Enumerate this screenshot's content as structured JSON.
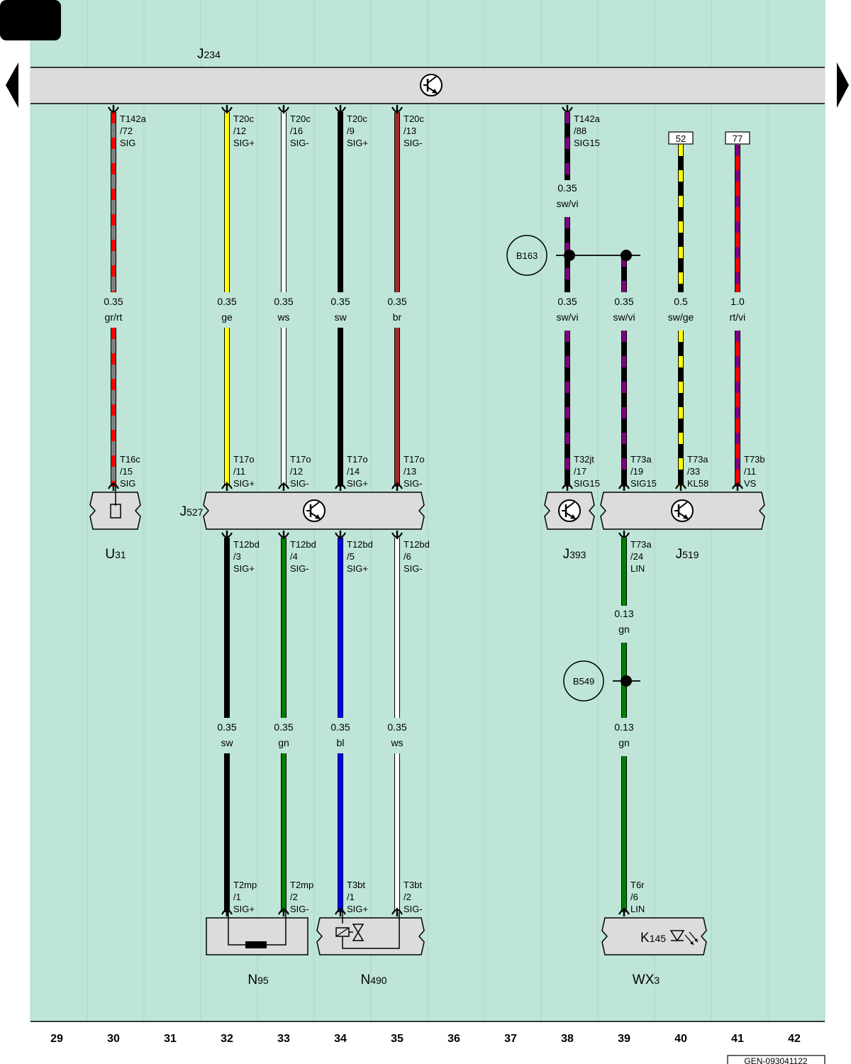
{
  "page_tab": "",
  "bus_label": "J234",
  "footer_code": "GEN-093041122",
  "columns": [
    "29",
    "30",
    "31",
    "32",
    "33",
    "34",
    "35",
    "36",
    "37",
    "38",
    "39",
    "40",
    "41",
    "42"
  ],
  "colors": {
    "background": "#bfe5d8",
    "band": "#dcdcdc",
    "sw": "#000000",
    "ws": "#ffffff",
    "ge": "#ffff00",
    "br": "#a52a2a",
    "gr": "#808080",
    "rt": "#ff0000",
    "vi": "#800080",
    "gn": "#008000",
    "bl": "#0000ff"
  },
  "components": [
    {
      "id": "U31",
      "name": "U",
      "sub": "31"
    },
    {
      "id": "J527",
      "name": "J",
      "sub": "527"
    },
    {
      "id": "J393",
      "name": "J",
      "sub": "393"
    },
    {
      "id": "J519",
      "name": "J",
      "sub": "519"
    },
    {
      "id": "N95",
      "name": "N",
      "sub": "95"
    },
    {
      "id": "N490",
      "name": "N",
      "sub": "490"
    },
    {
      "id": "WX3",
      "name": "WX",
      "sub": "3"
    },
    {
      "id": "K145",
      "name": "K",
      "sub": "145"
    }
  ],
  "junctions": [
    "B163",
    "B549"
  ],
  "refs": [
    "52",
    "77"
  ],
  "wires": [
    {
      "id": "w30a",
      "col": "30",
      "size": "0.35",
      "color": "gr/rt",
      "pins_top": [
        "T142a",
        "/72",
        "SIG"
      ],
      "pins_bottom": [
        "T16c",
        "/15",
        "SIG"
      ]
    },
    {
      "id": "w32a",
      "col": "32",
      "size": "0.35",
      "color": "ge",
      "pins_top": [
        "T20c",
        "/12",
        "SIG+"
      ],
      "pins_bottom": [
        "T17o",
        "/11",
        "SIG+"
      ]
    },
    {
      "id": "w33a",
      "col": "33",
      "size": "0.35",
      "color": "ws",
      "pins_top": [
        "T20c",
        "/16",
        "SIG-"
      ],
      "pins_bottom": [
        "T17o",
        "/12",
        "SIG-"
      ]
    },
    {
      "id": "w34a",
      "col": "34",
      "size": "0.35",
      "color": "sw",
      "pins_top": [
        "T20c",
        "/9",
        "SIG+"
      ],
      "pins_bottom": [
        "T17o",
        "/14",
        "SIG+"
      ]
    },
    {
      "id": "w35a",
      "col": "35",
      "size": "0.35",
      "color": "br",
      "pins_top": [
        "T20c",
        "/13",
        "SIG-"
      ],
      "pins_bottom": [
        "T17o",
        "/13",
        "SIG-"
      ]
    },
    {
      "id": "w38top",
      "col": "38",
      "size": "0.35",
      "color": "sw/vi",
      "pins_top": [
        "T142a",
        "/88",
        "SIG15"
      ],
      "pins_bottom": []
    },
    {
      "id": "w38a",
      "col": "38",
      "size": "0.35",
      "color": "sw/vi",
      "pins_top": [],
      "pins_bottom": [
        "T32jt",
        "/17",
        "SIG15"
      ]
    },
    {
      "id": "w39a",
      "col": "39",
      "size": "0.35",
      "color": "sw/vi",
      "pins_top": [],
      "pins_bottom": [
        "T73a",
        "/19",
        "SIG15"
      ]
    },
    {
      "id": "w40a",
      "col": "40",
      "size": "0.5",
      "color": "sw/ge",
      "pins_top": [],
      "pins_bottom": [
        "T73a",
        "/33",
        "KL58"
      ]
    },
    {
      "id": "w41a",
      "col": "41",
      "size": "1.0",
      "color": "rt/vi",
      "pins_top": [],
      "pins_bottom": [
        "T73b",
        "/11",
        "VS"
      ]
    },
    {
      "id": "w32b",
      "col": "32",
      "size": "0.35",
      "color": "sw",
      "pins_top": [
        "T12bd",
        "/3",
        "SIG+"
      ],
      "pins_bottom": [
        "T2mp",
        "/1",
        "SIG+"
      ]
    },
    {
      "id": "w33b",
      "col": "33",
      "size": "0.35",
      "color": "gn",
      "pins_top": [
        "T12bd",
        "/4",
        "SIG-"
      ],
      "pins_bottom": [
        "T2mp",
        "/2",
        "SIG-"
      ]
    },
    {
      "id": "w34b",
      "col": "34",
      "size": "0.35",
      "color": "bl",
      "pins_top": [
        "T12bd",
        "/5",
        "SIG+"
      ],
      "pins_bottom": [
        "T3bt",
        "/1",
        "SIG+"
      ]
    },
    {
      "id": "w35b",
      "col": "35",
      "size": "0.35",
      "color": "ws",
      "pins_top": [
        "T12bd",
        "/6",
        "SIG-"
      ],
      "pins_bottom": [
        "T3bt",
        "/2",
        "SIG-"
      ]
    },
    {
      "id": "w39b",
      "col": "39",
      "size": "0.13",
      "color": "gn",
      "pins_top": [
        "T73a",
        "/24",
        "LIN"
      ],
      "pins_bottom": []
    },
    {
      "id": "w39c",
      "col": "39",
      "size": "0.13",
      "color": "gn",
      "pins_top": [],
      "pins_bottom": [
        "T6r",
        "/6",
        "LIN"
      ]
    }
  ]
}
